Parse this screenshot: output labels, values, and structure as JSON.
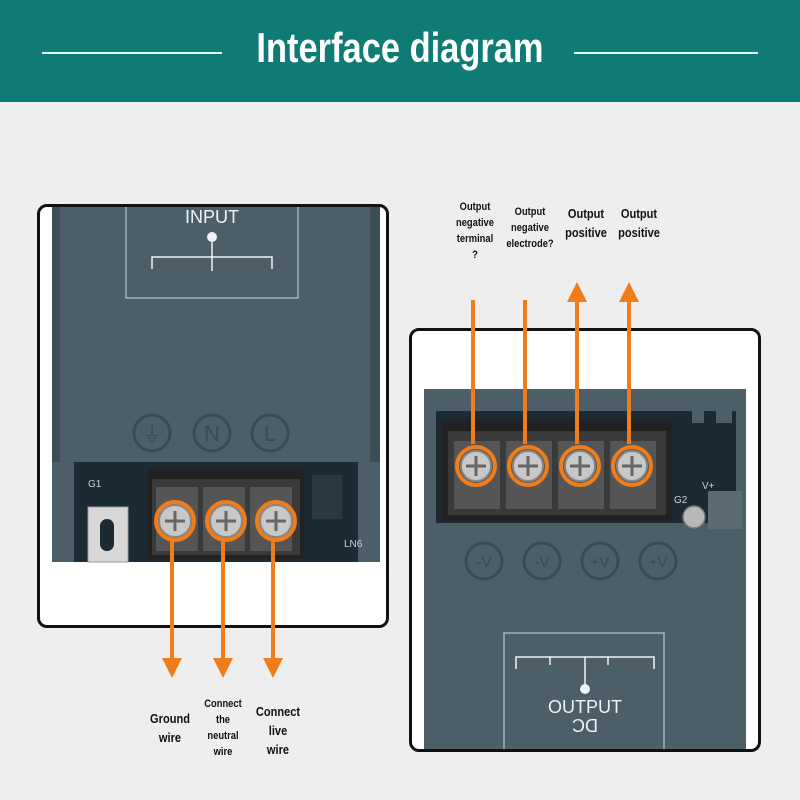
{
  "header": {
    "title": "Interface diagram"
  },
  "left_panel": {
    "input_label": "INPUT",
    "terminal_symbols": [
      "⏚",
      "N",
      "L"
    ],
    "side_marks": [
      "G1",
      "LN6"
    ]
  },
  "right_panel": {
    "output_label": "OUTPUT",
    "dc_label": "DC",
    "terminal_symbols": [
      "-V",
      "-V",
      "+V",
      "+V"
    ],
    "side_marks": [
      "G2",
      "V+"
    ]
  },
  "annotations_top": [
    {
      "lines": [
        "Output",
        "negative",
        "terminal",
        "?"
      ]
    },
    {
      "lines": [
        "Output",
        "negative",
        "electrode?"
      ]
    },
    {
      "lines": [
        "Output",
        "positive"
      ]
    },
    {
      "lines": [
        "Output",
        "positive"
      ]
    }
  ],
  "annotations_bottom": [
    {
      "lines": [
        "Ground",
        "wire"
      ]
    },
    {
      "lines": [
        "Connect",
        "the",
        "neutral",
        "wire"
      ]
    },
    {
      "lines": [
        "Connect",
        "live",
        "wire"
      ]
    }
  ],
  "colors": {
    "banner": "#0f7b75",
    "arrow": "#f07d1a",
    "device": "#4c5f69"
  }
}
